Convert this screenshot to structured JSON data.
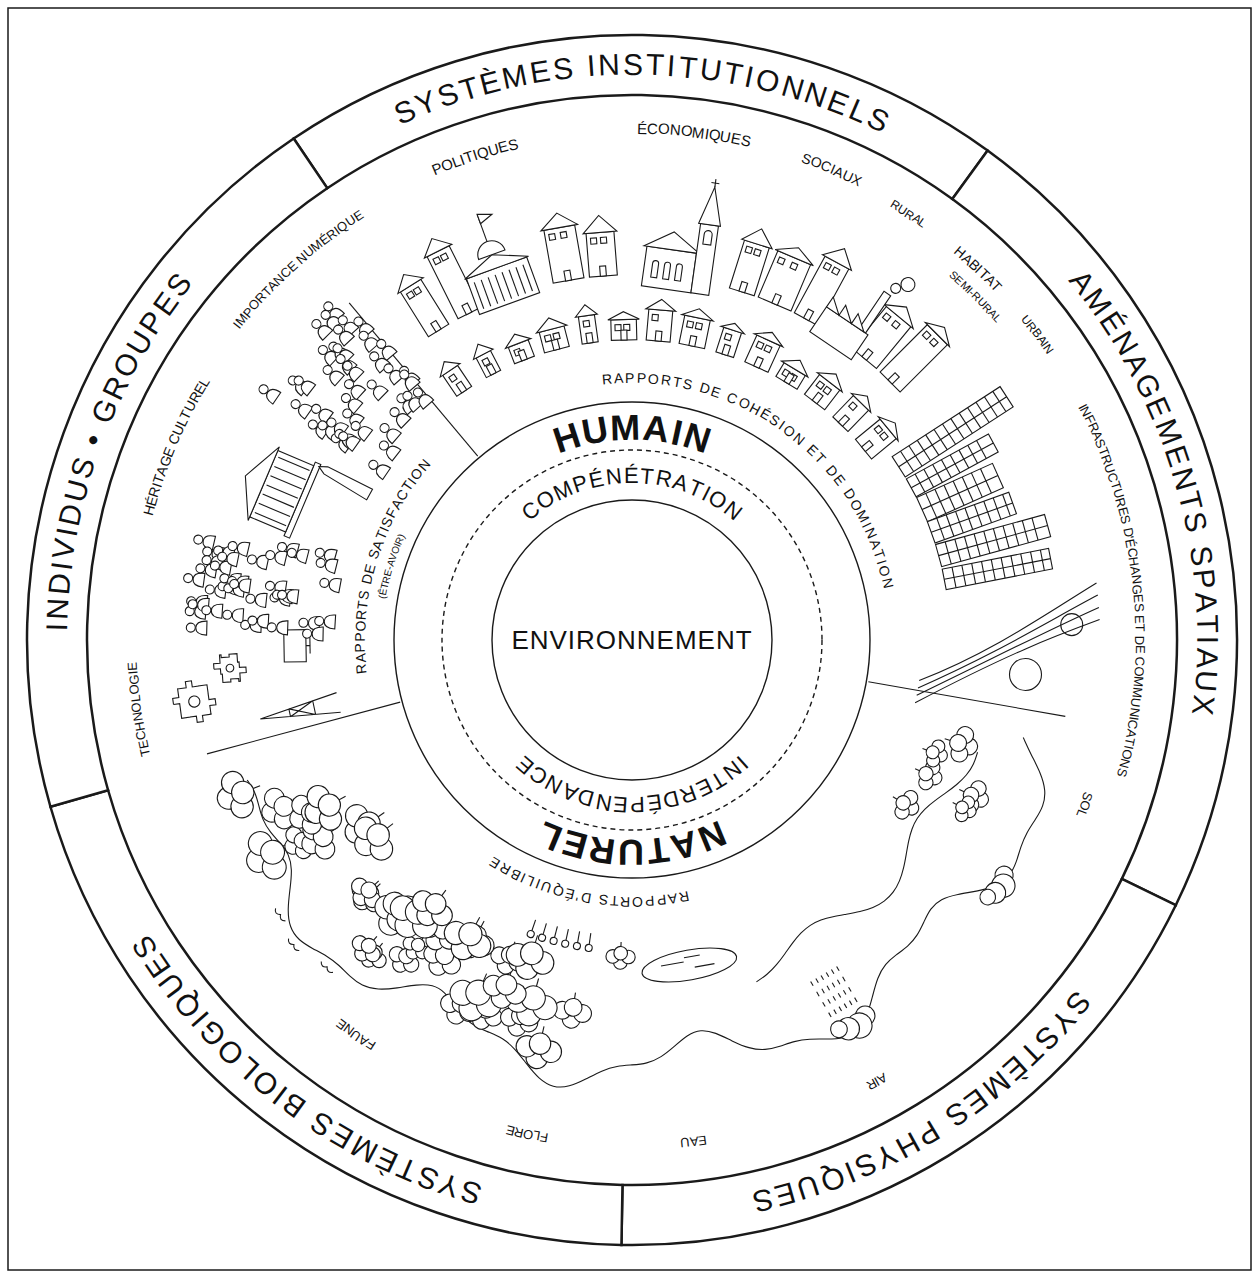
{
  "diagram": {
    "nodes": [
      {
        "text": [
          "SYSTÈMES INSTITUTIONNELS"
        ]
      },
      {
        "text": [
          "AMÉNAGEMENTS SPATIAUX"
        ]
      },
      {
        "text": [
          "SYSTÈMES PHYSIQUES"
        ]
      },
      {
        "text": [
          "SYSTÈMES BIOLOGIQUES"
        ]
      },
      {
        "text": [
          "INDIVIDUS • GROUPES"
        ]
      },
      {
        "text": [
          "HUMAIN",
          "NATUREL"
        ]
      },
      {
        "text": [
          "COMPÉNÉTRATION",
          "INTERDÉPENDANCE"
        ],
        "in": 5
      },
      {
        "text": [
          "ENVIRONNEMENT"
        ],
        "in": 6
      }
    ],
    "labels": [
      "POLITIQUES",
      "ÉCONOMIQUES",
      "SOCIAUX",
      "RURAL",
      "HABITAT",
      "SEMI-RURAL",
      "URBAIN",
      "INFRASTRUCTURES D'ÉCHANGES ET DE COMMUNICATIONS",
      "SOL",
      "AIR",
      "EAU",
      "FLORE",
      "FAUNE",
      "TECHNOLOGIE",
      "HÉRITAGE CULTUREL",
      "IMPORTANCE NUMÉRIQUE",
      "RAPPORTS DE COHÉSION ET DE DOMINATION",
      "RAPPORTS D'ÉQUILIBRE",
      "RAPPORTS DE SATISFACTION",
      "(ÊTRE-AVOIR)"
    ]
  }
}
